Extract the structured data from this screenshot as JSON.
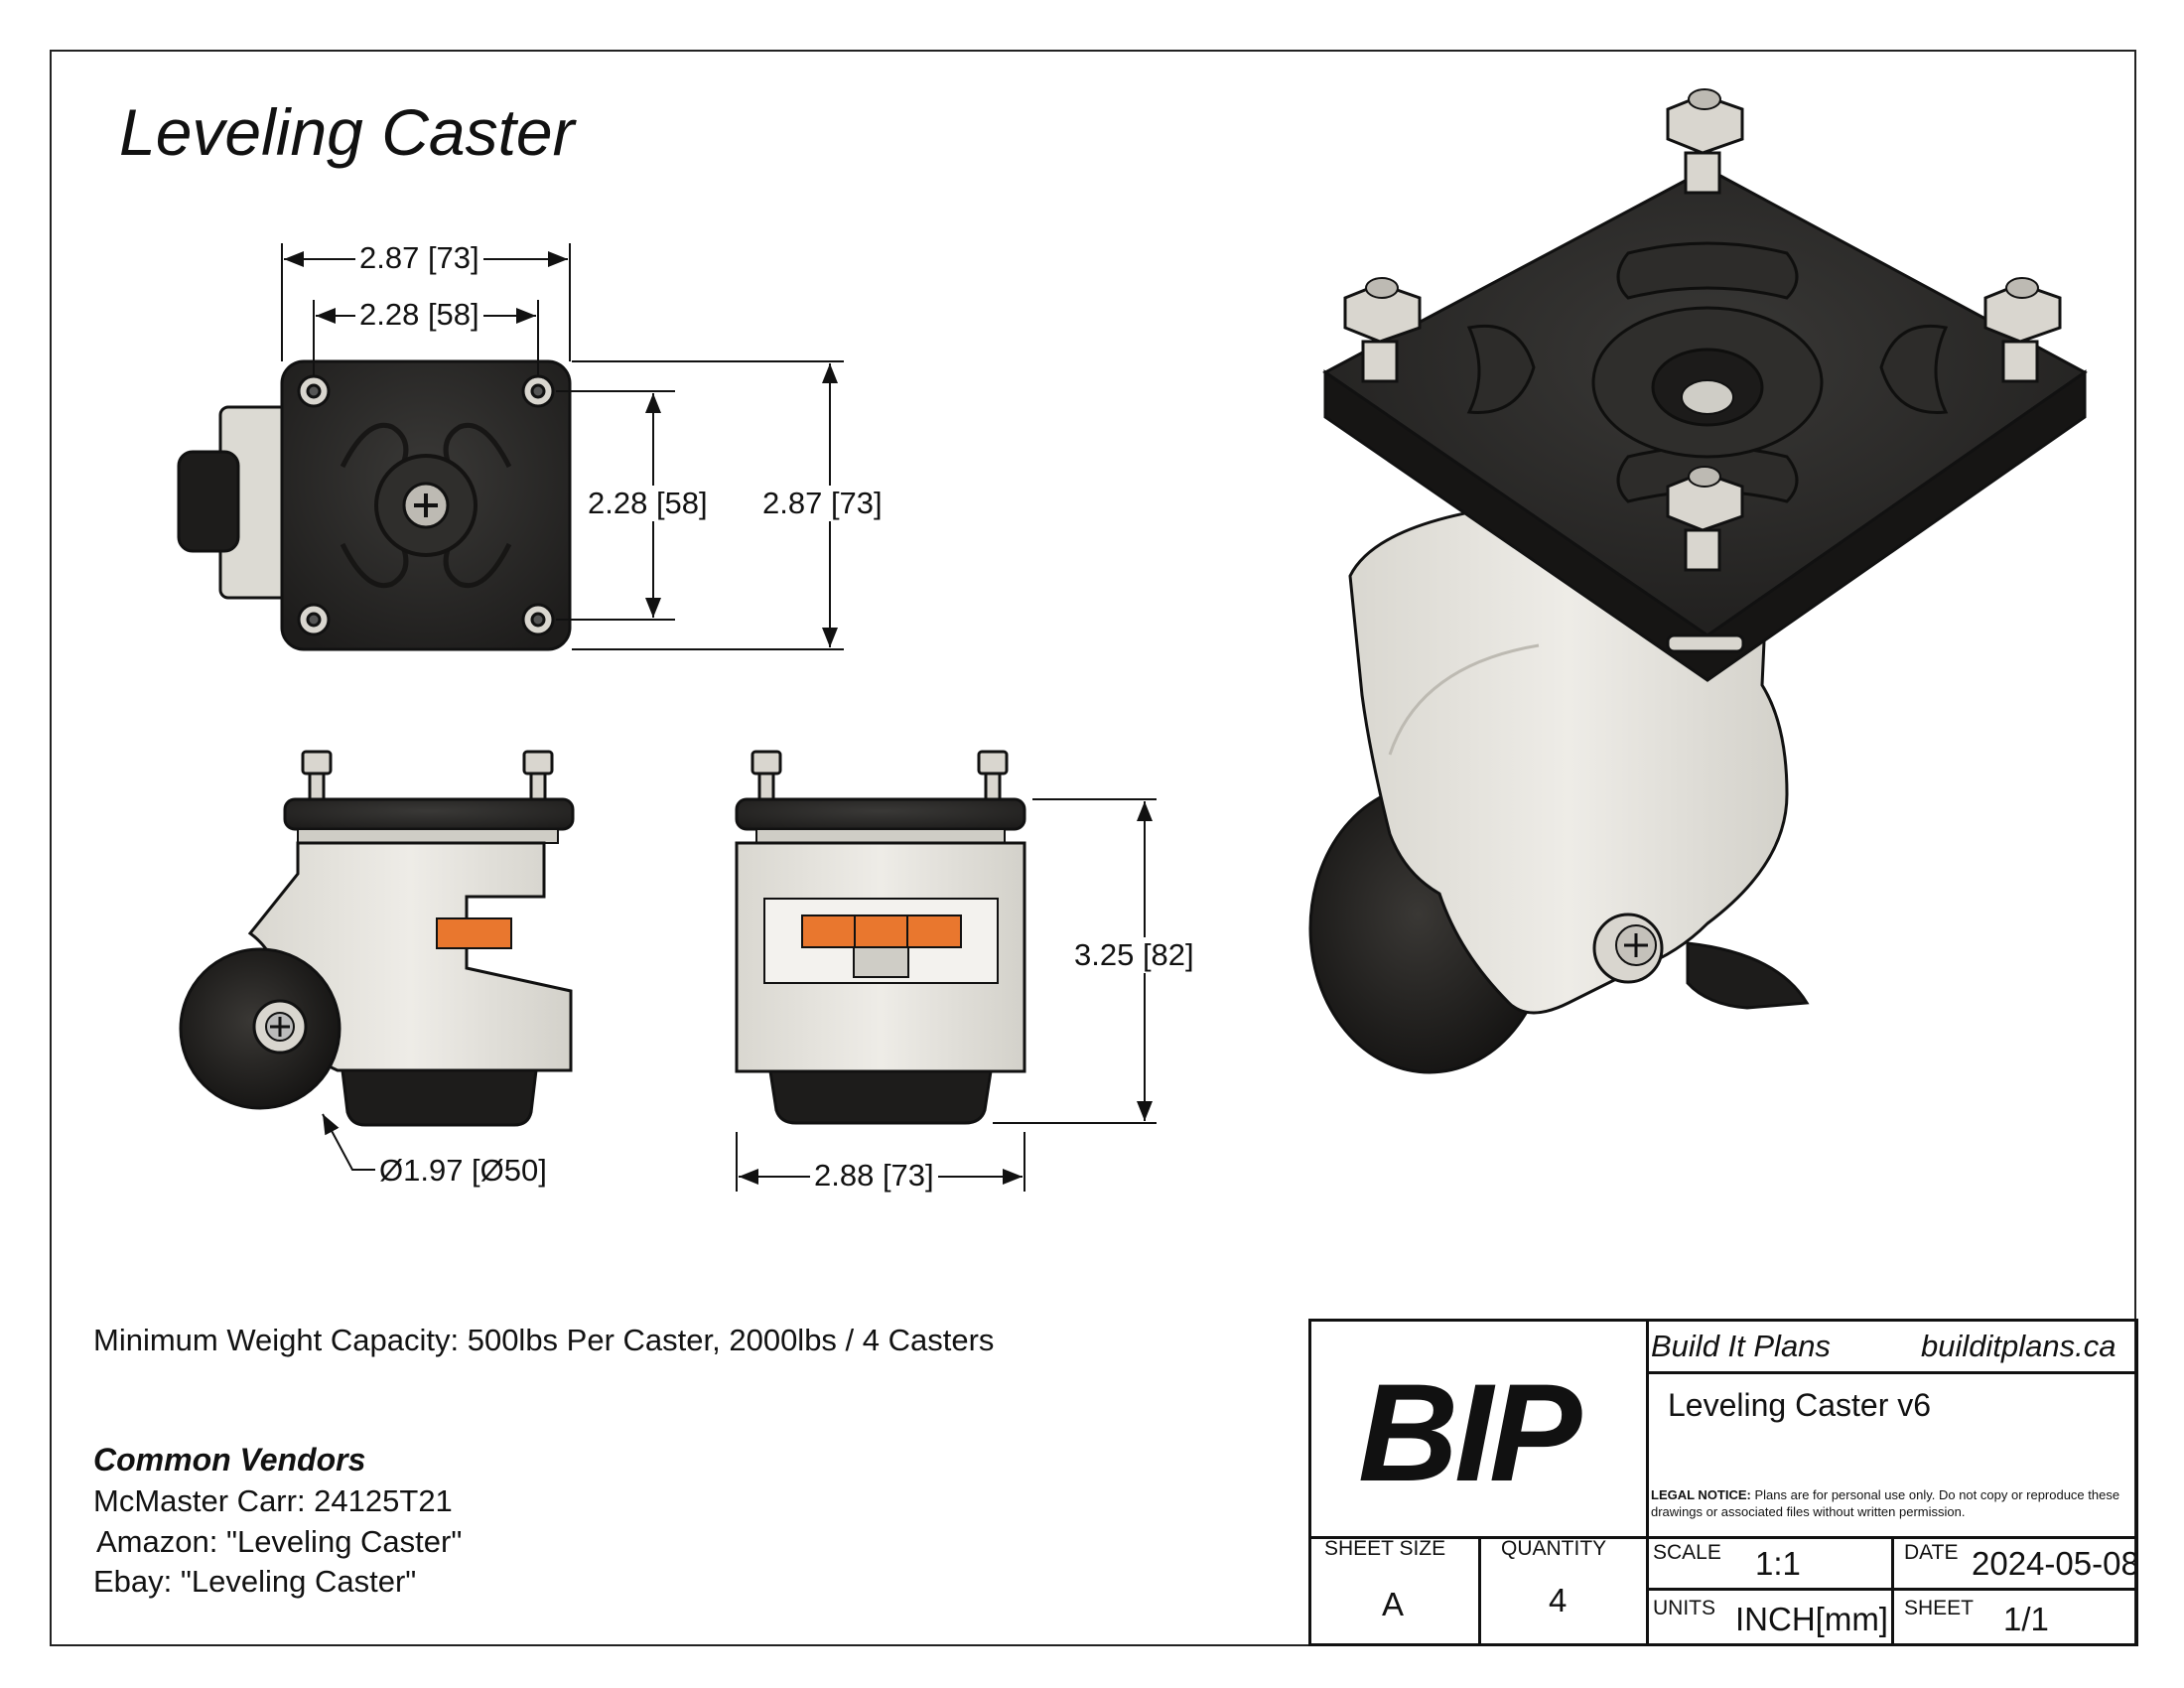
{
  "title": "Leveling Caster",
  "dimensions": {
    "top_outer_width": "2.87 [73]",
    "top_inner_width": "2.28 [58]",
    "top_inner_height": "2.28 [58]",
    "top_outer_height": "2.87 [73]",
    "wheel_diameter": "Ø1.97 [Ø50]",
    "front_width": "2.88 [73]",
    "overall_height": "3.25 [82]"
  },
  "capacity": "Minimum Weight Capacity: 500lbs Per Caster, 2000lbs / 4 Casters",
  "vendors": {
    "heading": "Common Vendors",
    "items": [
      "McMaster Carr: 24125T21",
      "Amazon: \"Leveling Caster\"",
      "Ebay: \"Leveling Caster\""
    ]
  },
  "title_block": {
    "logo": "BIP",
    "company": "Build It Plans",
    "website": "builditplans.ca",
    "part_name": "Leveling Caster v6",
    "legal_label": "LEGAL NOTICE:",
    "legal_text": "Plans are for personal use only. Do not copy or reproduce these drawings or associated files without written permission.",
    "sheet_size_label": "SHEET SIZE",
    "sheet_size": "A",
    "quantity_label": "QUANTITY",
    "quantity": "4",
    "scale_label": "SCALE",
    "scale": "1:1",
    "date_label": "DATE",
    "date": "2024-05-08",
    "units_label": "UNITS",
    "units": "INCH[mm]",
    "sheet_label": "SHEET",
    "sheet": "1/1"
  },
  "colors": {
    "plate": "#2b2a28",
    "body": "#e7e5df",
    "wheel": "#1c1b1a",
    "lever": "#e9772e",
    "hardware": "#cfcdc7"
  }
}
